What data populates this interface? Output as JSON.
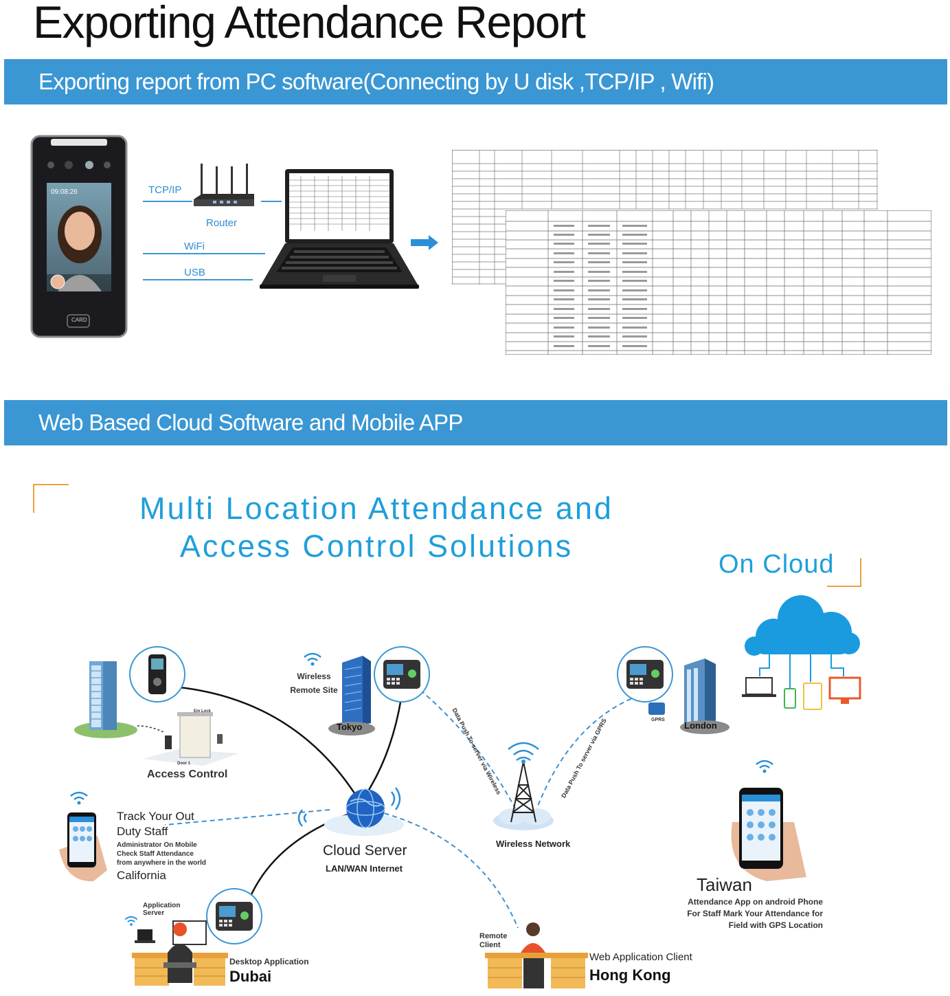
{
  "title": "Exporting Attendance Report",
  "band1": "Exporting report from PC software(Connecting by U disk ,TCP/IP , Wifi)",
  "band2": "Web Based Cloud Software and Mobile APP",
  "connections": {
    "tcpip": "TCP/IP",
    "router": "Router",
    "wifi": "WiFi",
    "usb": "USB"
  },
  "device": {
    "time": "09:08:26",
    "card_label": "CARD"
  },
  "diagram": {
    "title_line1": "Multi Location Attendance and",
    "title_line2": "Access Control Solutions",
    "on_cloud": "On Cloud",
    "access_control": "Access Control",
    "emlock": "Em Lock",
    "door": "Door 1",
    "wireless_remote": "Wireless\nRemote Site",
    "tokyo": "Tokyo",
    "london": "London",
    "gprs": "GPRS",
    "push_wireless": "Data Push To server via Wireless",
    "push_gprs": "Data Push To server via GPRS",
    "wireless_network": "Wireless Network",
    "cloud_server": "Cloud Server",
    "lan_wan": "LAN/WAN Internet",
    "track_line1": "Track Your Out",
    "track_line2": "Duty Staff",
    "track_desc": "Administrator On Mobile\nCheck Staff Attendance\nfrom anywhere in the world",
    "california": "California",
    "app_server": "Application\nServer",
    "desktop_app": "Desktop Application",
    "dubai": "Dubai",
    "remote_client": "Remote\nClient",
    "web_client": "Web Application Client",
    "hong_kong": "Hong Kong",
    "taiwan": "Taiwan",
    "taiwan_desc": "Attendance App on android Phone\nFor Staff Mark Your Attendance for\nField with GPS Location"
  },
  "colors": {
    "band": "#3a97d3",
    "accent": "#1e9fd9",
    "orange": "#e8a13a"
  },
  "icons": [
    "face-terminal-icon",
    "router-icon",
    "laptop-icon",
    "arrow-right-icon",
    "cloud-icon",
    "building-icon",
    "globe-icon",
    "tower-icon",
    "phone-icon",
    "fingerprint-icon"
  ]
}
